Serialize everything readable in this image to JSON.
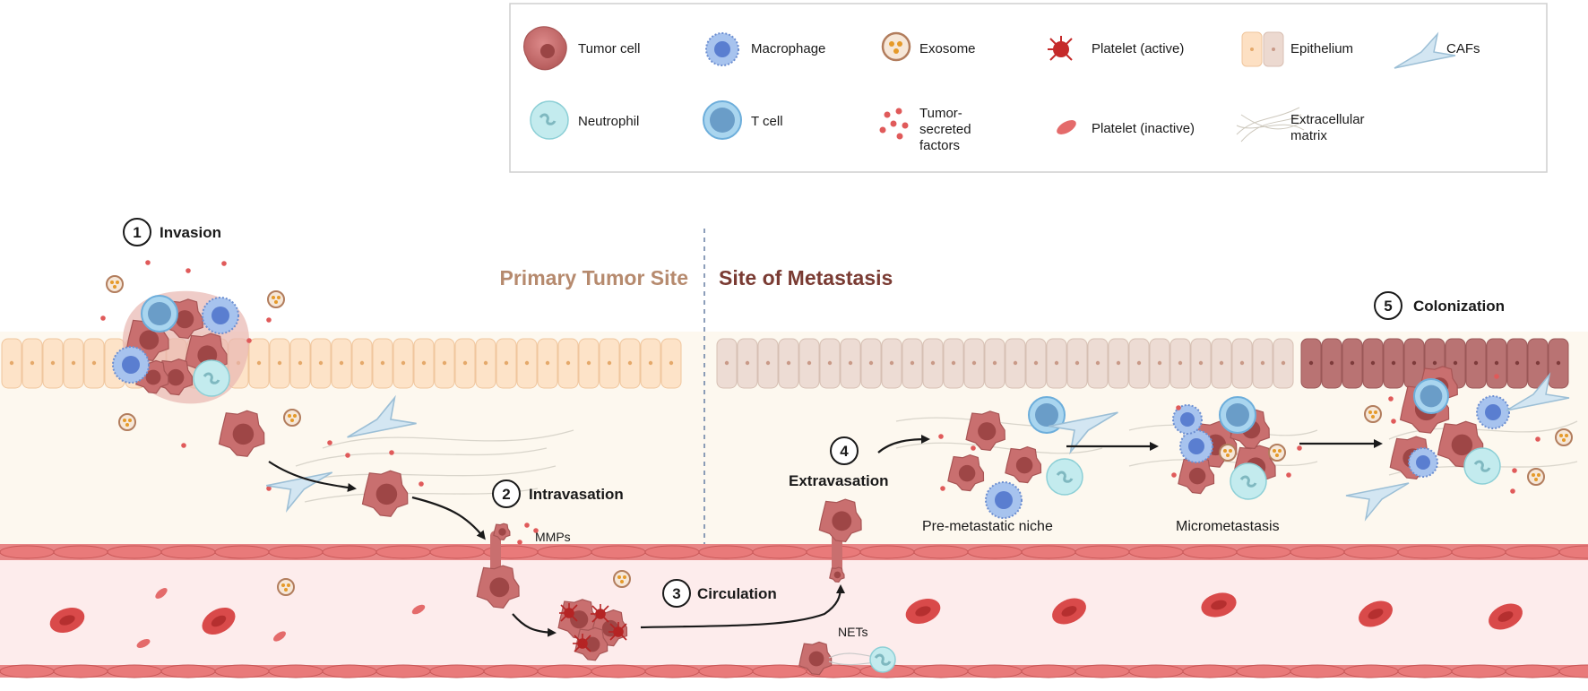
{
  "legend": {
    "items": [
      {
        "id": "tumor-cell",
        "label": "Tumor cell"
      },
      {
        "id": "macrophage",
        "label": "Macrophage"
      },
      {
        "id": "exosome",
        "label": "Exosome"
      },
      {
        "id": "platelet-active",
        "label": "Platelet (active)"
      },
      {
        "id": "epithelium",
        "label": "Epithelium"
      },
      {
        "id": "cafs",
        "label": "CAFs"
      },
      {
        "id": "neutrophil",
        "label": "Neutrophil"
      },
      {
        "id": "t-cell",
        "label": "T cell"
      },
      {
        "id": "tumor-secreted-factors",
        "label": [
          "Tumor-",
          "secreted",
          "factors"
        ]
      },
      {
        "id": "platelet-inactive",
        "label": "Platelet (inactive)"
      },
      {
        "id": "extracellular-matrix",
        "label": [
          "Extracellular",
          "matrix"
        ]
      }
    ]
  },
  "regions": {
    "primary": "Primary Tumor Site",
    "metastasis": "Site of Metastasis"
  },
  "steps": [
    {
      "num": "1",
      "label": "Invasion"
    },
    {
      "num": "2",
      "label": "Intravasation"
    },
    {
      "num": "3",
      "label": "Circulation"
    },
    {
      "num": "4",
      "label": "Extravasation"
    },
    {
      "num": "5",
      "label": "Colonization"
    }
  ],
  "annotations": {
    "mmps": "MMPs",
    "nets": "NETs",
    "pre_metastatic_niche": "Pre-metastatic niche",
    "micrometastasis": "Micrometastasis"
  },
  "colors": {
    "tumor": "#c96f6f",
    "tumor_dark": "#9e4646",
    "macrophage": "#8fb3e8",
    "tcell": "#8cc4e6",
    "neutrophil": "#b5e3e8",
    "epithelium_primary": "#fde3c8",
    "epithelium_meta": "#eddcd4",
    "epithelium_colonized": "#b97373",
    "vessel_wall": "#e88585",
    "vessel_lumen": "#fdeeee",
    "rbc": "#d94a4a",
    "caf": "#cfe3f0",
    "region_primary_text": "#b68a6e",
    "region_meta_text": "#7a3b33"
  }
}
